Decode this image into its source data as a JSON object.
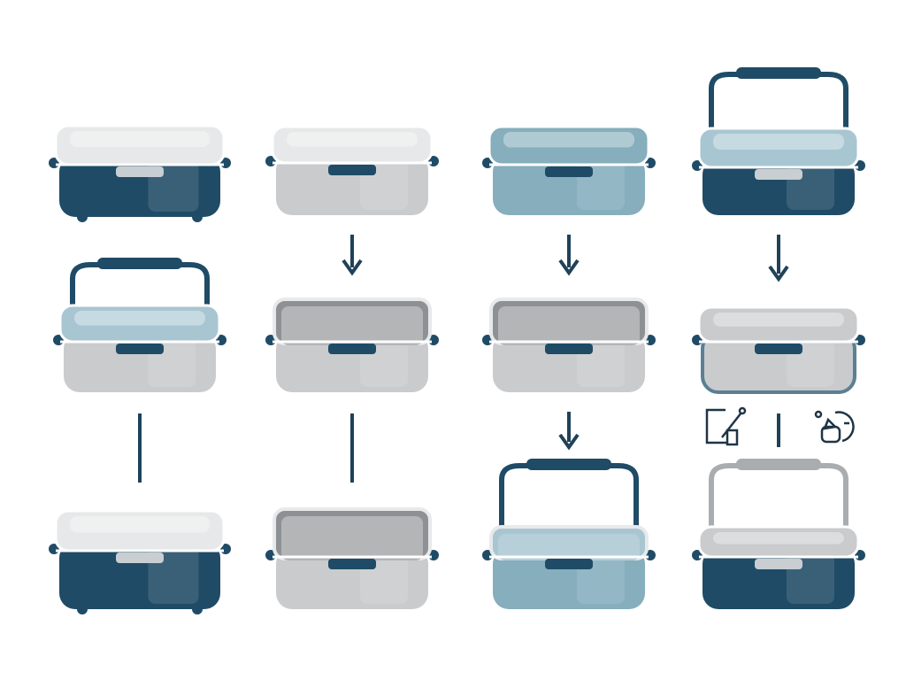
{
  "colors": {
    "dark": "#1f4b66",
    "blue": "#86aebd",
    "blue_light": "#a8c6d1",
    "steel": "#c9cbcd",
    "steel_dark": "#9a9d9f",
    "lid_light": "#e6e8e9",
    "white": "#ffffff",
    "connector": "#1f4259"
  },
  "containers": [
    {
      "id": "dark-closed-lid",
      "body": "dark",
      "lid": "lid_light",
      "handle": false,
      "feet": true
    },
    {
      "id": "steel-closed-lid",
      "body": "steel",
      "lid": "lid_light",
      "handle": false,
      "feet": false
    },
    {
      "id": "blue-closed-lid",
      "body": "blue",
      "lid": "blue",
      "handle": false,
      "feet": false
    },
    {
      "id": "dark-handle-carrier",
      "body": "dark",
      "lid": "blue_light",
      "handle": true,
      "feet": false
    },
    {
      "id": "steel-handle-carrier",
      "body": "steel",
      "lid": "blue_light",
      "handle": true,
      "feet": false
    },
    {
      "id": "steel-open",
      "body": "steel",
      "lid": null,
      "handle": false,
      "feet": false
    },
    {
      "id": "steel-open-2",
      "body": "steel",
      "lid": null,
      "handle": false,
      "feet": false
    },
    {
      "id": "steel-dark-rim-lid",
      "body": "steel",
      "lid": "steel",
      "handle": false,
      "feet": false
    },
    {
      "id": "dark-closed-lid-2",
      "body": "dark",
      "lid": "lid_light",
      "handle": false,
      "feet": true
    },
    {
      "id": "steel-open-3",
      "body": "steel",
      "lid": null,
      "handle": false,
      "feet": false
    },
    {
      "id": "blue-handle-open",
      "body": "blue",
      "lid": null,
      "handle": true,
      "feet": false
    },
    {
      "id": "dark-handle-grey",
      "body": "dark",
      "lid": "steel",
      "handle": true,
      "feet": false
    }
  ],
  "connectors": [
    {
      "type": "arrow-down",
      "from": "steel-closed-lid",
      "to": "steel-open"
    },
    {
      "type": "arrow-down",
      "from": "blue-closed-lid",
      "to": "steel-open-2"
    },
    {
      "type": "arrow-down",
      "from": "dark-handle-carrier",
      "to": "steel-dark-rim-lid"
    },
    {
      "type": "arrow-down",
      "from": "steel-open-2",
      "to": "blue-handle-open"
    },
    {
      "type": "line",
      "from": "steel-handle-carrier",
      "to": "dark-closed-lid-2"
    },
    {
      "type": "line",
      "from": "steel-open",
      "to": "steel-open-3"
    },
    {
      "type": "line",
      "from": "steel-dark-rim-lid",
      "to": "dark-handle-grey"
    }
  ],
  "icons": [
    "edit-icon",
    "timer-icon"
  ]
}
